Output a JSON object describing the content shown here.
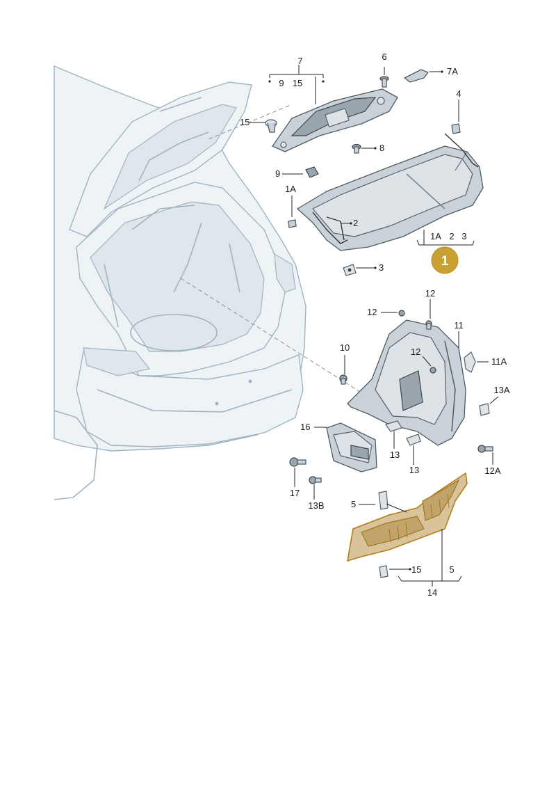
{
  "diagram": {
    "callout_labels": {
      "l7": "7",
      "l9": "9",
      "l15a": "15",
      "l6": "6",
      "l7A": "7A",
      "l15b": "15",
      "l4": "4",
      "l8": "8",
      "l9b": "9",
      "l1A": "1A",
      "l2": "2",
      "l1Ab": "1A",
      "l2b": "2",
      "l3b": "3",
      "l3": "3",
      "l12a": "12",
      "l12b": "12",
      "l11": "11",
      "l10": "10",
      "l12c": "12",
      "l11A": "11A",
      "l13A": "13A",
      "l16": "16",
      "l13a": "13",
      "l13b": "13",
      "l12A": "12A",
      "l17": "17",
      "l13B": "13B",
      "l5a": "5",
      "l15c": "15",
      "l5b": "5",
      "l14": "14"
    },
    "badge": {
      "label": "1",
      "color": "#c9a132"
    },
    "highlight_color": "#d9c39a"
  }
}
